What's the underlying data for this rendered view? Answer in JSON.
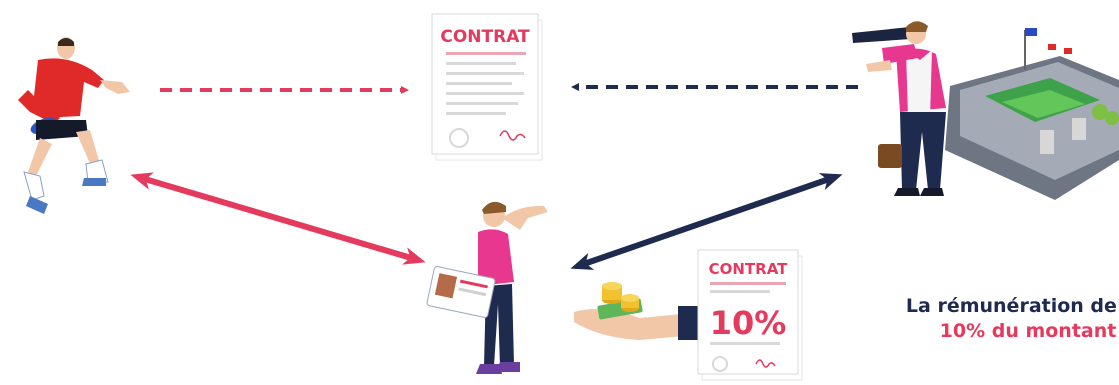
{
  "contract_top": {
    "title": "CONTRAT"
  },
  "contract_bottom": {
    "title": "CONTRAT",
    "percent": "10%"
  },
  "caption": {
    "line1": "La rémunération de l’a",
    "line2": "10% du montant"
  },
  "colors": {
    "red": "#e43a5d",
    "navy": "#1f2a4f",
    "pink": "#e8378f"
  }
}
